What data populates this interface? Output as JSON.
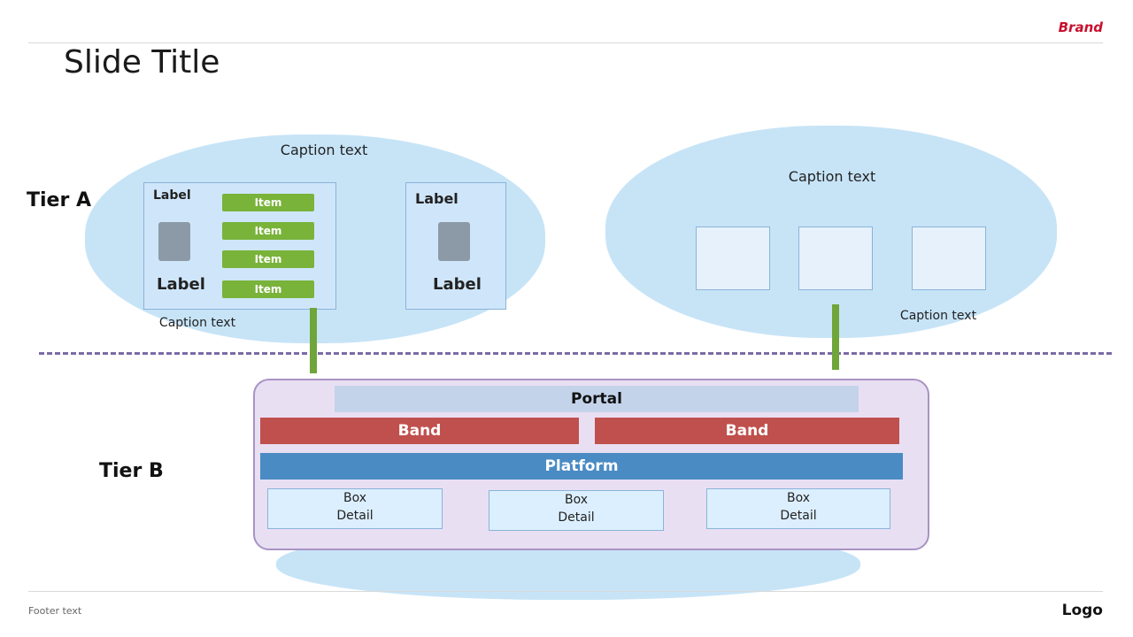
{
  "header": {
    "title": "Slide Title",
    "brand": "Brand"
  },
  "tiers": {
    "app": "Tier A",
    "center": "Tier B"
  },
  "notes": {
    "left_cloud": "Caption text",
    "right_cloud": "Caption text",
    "left_arrow": "Caption text",
    "right_arrow": "Caption text"
  },
  "vms": [
    {
      "label": "Label",
      "items": [
        "Item",
        "Item",
        "Item",
        "Item"
      ],
      "vm": "Label"
    },
    {
      "label": "Label",
      "vm": "Label"
    }
  ],
  "center": {
    "portal": "Portal",
    "band_left": "Band",
    "band_right": "Band",
    "platform": "Platform",
    "boxes": [
      {
        "name": "Box",
        "sub": "Detail"
      },
      {
        "name": "Box",
        "sub": "Detail"
      },
      {
        "name": "Box",
        "sub": "Detail"
      }
    ]
  },
  "footer": {
    "text": "Footer text",
    "logo": "Logo"
  },
  "colors": {
    "accent": "#c8102e",
    "band_red": "#c0504d",
    "band_blue": "#4a8bc4"
  }
}
